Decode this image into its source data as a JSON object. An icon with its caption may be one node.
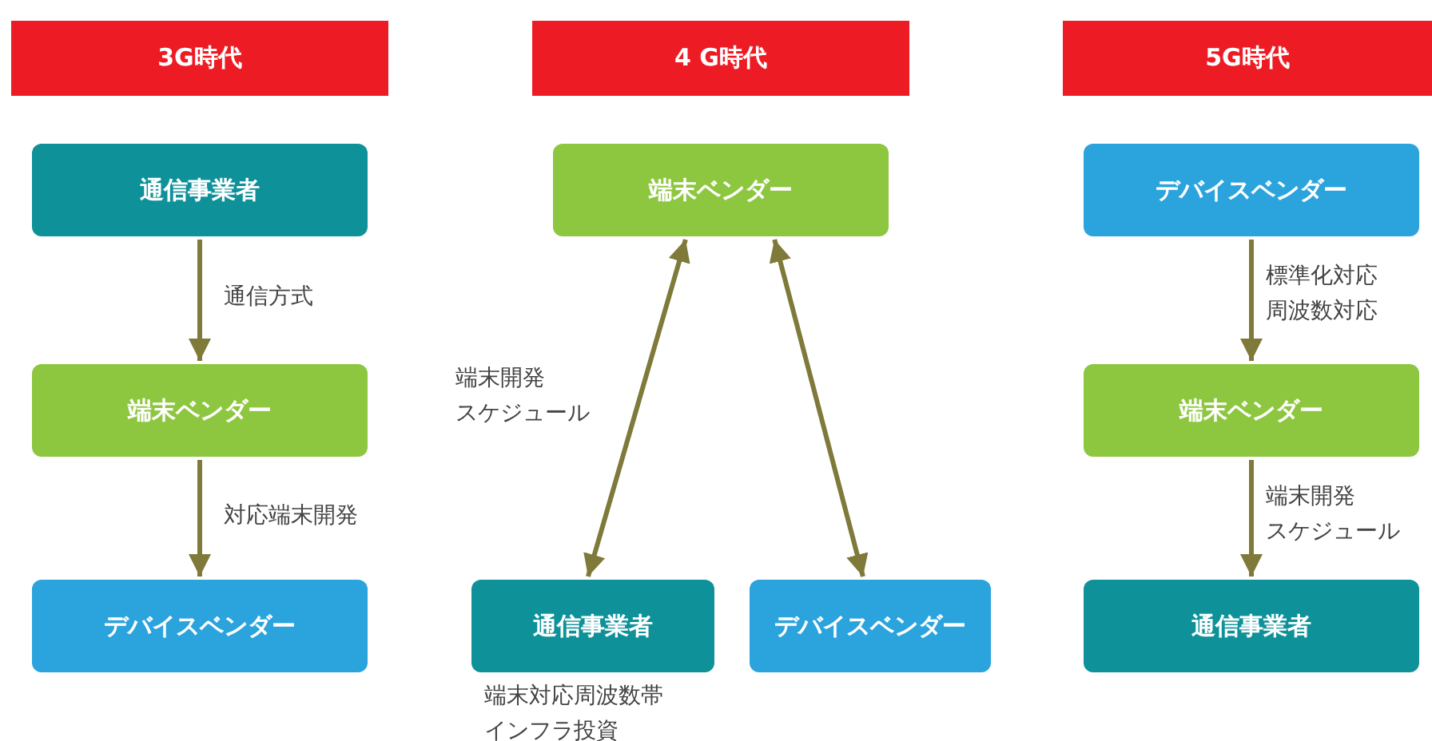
{
  "diagram": {
    "nodes": [
      {
        "text": [
          "3G時代"
        ]
      },
      {
        "text": [
          "4 G時代"
        ]
      },
      {
        "text": [
          "5G時代"
        ]
      },
      {
        "text": [
          "通信事業者"
        ]
      },
      {
        "text": [
          "端末ベンダー"
        ]
      },
      {
        "text": [
          "デバイスベンダー"
        ]
      },
      {
        "text": [
          "端末ベンダー"
        ]
      },
      {
        "text": [
          "通信事業者"
        ],
        "beside": [
          "端末対応周波数帯インフラ投資"
        ]
      },
      {
        "text": [
          "デバイスベンダー"
        ]
      },
      {
        "text": [
          "デバイスベンダー"
        ]
      },
      {
        "text": [
          "端末ベンダー"
        ]
      },
      {
        "text": [
          "通信事業者"
        ]
      }
    ],
    "edges": [
      {
        "from": 3,
        "to": 4,
        "arrow": "to",
        "label": "通信方式"
      },
      {
        "from": 4,
        "to": 5,
        "arrow": "to",
        "label": "対応端末開発"
      },
      {
        "from": 6,
        "to": 7,
        "arrow": "both",
        "label": "端末開発スケジュール"
      },
      {
        "from": 6,
        "to": 8,
        "arrow": "both"
      },
      {
        "from": 9,
        "to": 10,
        "arrow": "to",
        "label": "標準化対応周波数対応"
      },
      {
        "from": 10,
        "to": 11,
        "arrow": "to",
        "label": "端末開発スケジュール"
      }
    ]
  }
}
